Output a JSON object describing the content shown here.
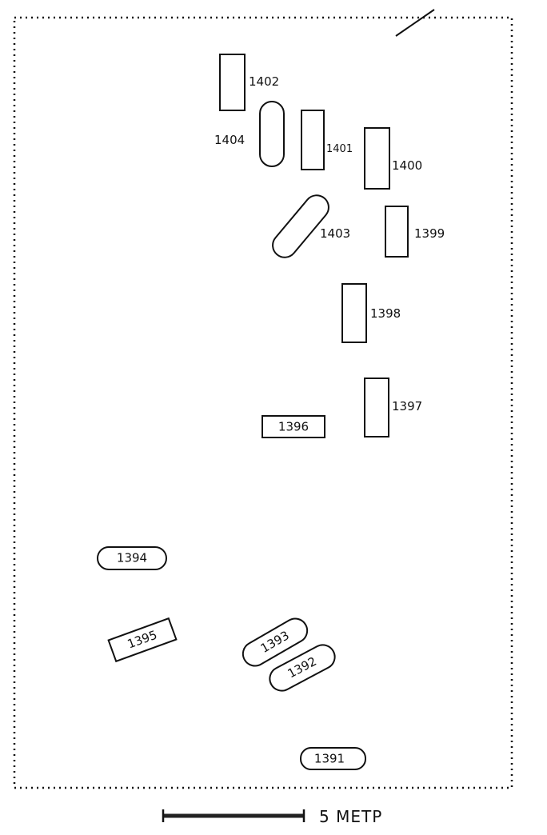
{
  "plan": {
    "features": [
      {
        "id": "1402",
        "shape": "rectangle"
      },
      {
        "id": "1404",
        "shape": "oval"
      },
      {
        "id": "1401",
        "shape": "rectangle"
      },
      {
        "id": "1400",
        "shape": "rectangle"
      },
      {
        "id": "1403",
        "shape": "oval"
      },
      {
        "id": "1399",
        "shape": "rectangle"
      },
      {
        "id": "1398",
        "shape": "rectangle"
      },
      {
        "id": "1397",
        "shape": "rectangle"
      },
      {
        "id": "1396",
        "shape": "rectangle"
      },
      {
        "id": "1394",
        "shape": "oval"
      },
      {
        "id": "1395",
        "shape": "rectangle"
      },
      {
        "id": "1393",
        "shape": "oval"
      },
      {
        "id": "1392",
        "shape": "oval"
      },
      {
        "id": "1391",
        "shape": "oval"
      }
    ]
  },
  "scale_bar": {
    "label": "5 МЕТР"
  }
}
